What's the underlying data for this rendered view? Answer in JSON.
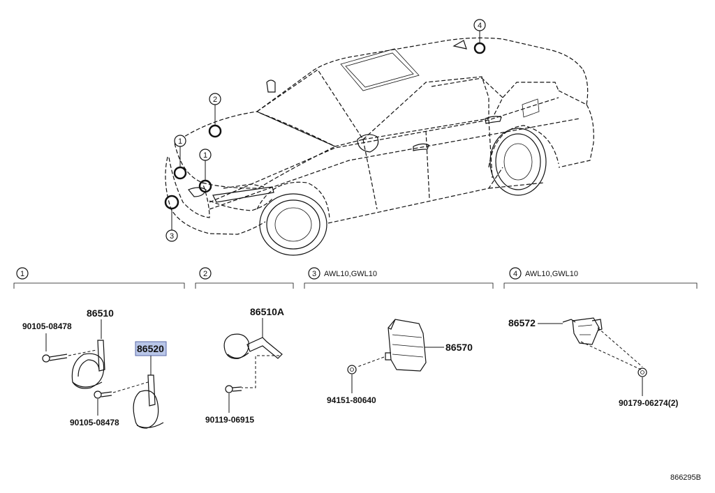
{
  "callouts_on_car": [
    "4",
    "2",
    "1",
    "1",
    "3"
  ],
  "sections": [
    {
      "num": "1",
      "qualifier": ""
    },
    {
      "num": "2",
      "qualifier": ""
    },
    {
      "num": "3",
      "qualifier": "AWL10,GWL10"
    },
    {
      "num": "4",
      "qualifier": "AWL10,GWL10"
    }
  ],
  "parts": {
    "s1_bolt_top": "90105-08478",
    "s1_horn_high": "86510",
    "s1_horn_low": "86520",
    "s1_bolt_bottom": "90105-08478",
    "s2_horn": "86510A",
    "s2_bolt": "90119-06915",
    "s3_siren": "86570",
    "s3_nut": "94151-80640",
    "s4_sensor": "86572",
    "s4_nut": "90179-06274(2)"
  },
  "diagram_ref": "866295B",
  "colors": {
    "highlight": "#b9c6e8",
    "highlight_border": "#5a6aa8"
  }
}
